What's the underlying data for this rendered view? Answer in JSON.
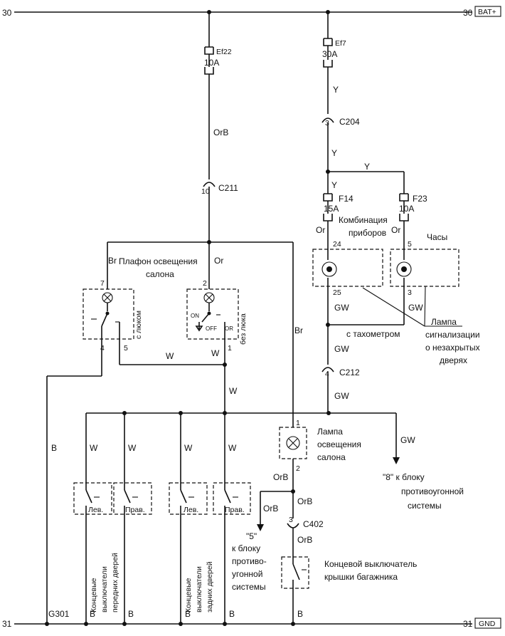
{
  "rails": {
    "top_left": "30",
    "top_right": "30",
    "top_tag": "BAT+",
    "bottom_left": "31",
    "bottom_right": "31",
    "bottom_tag": "GND",
    "ground_point": "G301"
  },
  "fuses": {
    "ef22_name": "Ef22",
    "ef22_rating": "10A",
    "ef7_name": "Ef7",
    "ef7_rating": "30A",
    "f14_name": "F14",
    "f14_rating": "15A",
    "f23_name": "F23",
    "f23_rating": "10A"
  },
  "connectors": {
    "c204": "C204",
    "c211": "C211",
    "c212": "C212",
    "c402": "C402",
    "pin_3": "3",
    "pin_10": "10",
    "pin_4": "4"
  },
  "wires": {
    "orb": "OrB",
    "y": "Y",
    "or": "Or",
    "br": "Br",
    "gw": "GW",
    "w": "W",
    "b": "B"
  },
  "components": {
    "dome_title_1": "Плафон освещения",
    "dome_title_2": "салона",
    "with_sunroof": "с люком",
    "without_sunroof": "без люка",
    "switch_on": "ON",
    "switch_off": "OFF",
    "switch_or": "OR",
    "cluster_1": "Комбинация",
    "cluster_2": "приборов",
    "clock": "Часы",
    "with_tacho": "с тахометром",
    "door_lamp_1": "Лампа",
    "door_lamp_2": "сигнализации",
    "door_lamp_3": "о незахрытых",
    "door_lamp_4": "дверях",
    "interior_lamp_1": "Лампа",
    "interior_lamp_2": "освещения",
    "interior_lamp_3": "салона",
    "antitheft8_1": "\"8\"  к блоку",
    "antitheft8_2": "противоугонной",
    "antitheft8_3": "системы",
    "antitheft5_1": "\"5\"",
    "antitheft5_2": "к блоку",
    "antitheft5_3": "противо-",
    "antitheft5_4": "угонной",
    "antitheft5_5": "системы",
    "trunk_1": "Концевой выключатель",
    "trunk_2": "крышки багажника",
    "sw_left_1": "Лев.",
    "sw_right_1": "Прав.",
    "sw_left_2": "Лев.",
    "sw_right_2": "Прав.",
    "front_doors_1": "Концевые",
    "front_doors_2": "выключатели",
    "front_doors_3": "передних дверей",
    "rear_doors_1": "Концевые",
    "rear_doors_2": "выключатели",
    "rear_doors_3": "задних дверей"
  },
  "pins": {
    "p7": "7",
    "p2a": "2",
    "p4": "4",
    "p5": "5",
    "p1a": "1",
    "p24": "24",
    "p25": "25",
    "p5b": "5",
    "p3b": "3",
    "p1b": "1",
    "p2b": "2",
    "p3c": "3"
  }
}
